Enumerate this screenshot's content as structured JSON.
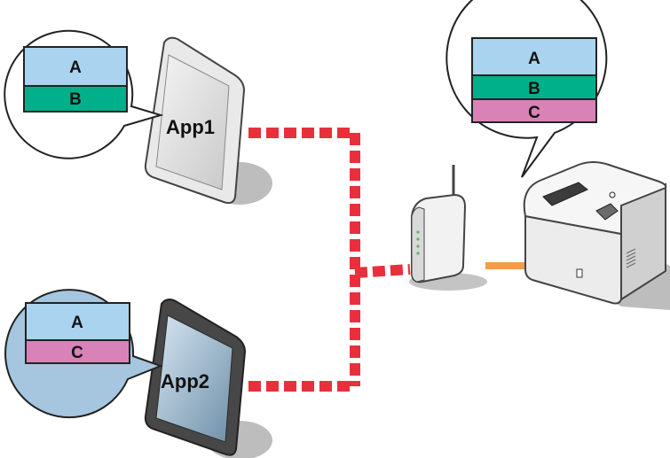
{
  "apps": [
    {
      "label": "App1",
      "blocks": [
        "A",
        "B"
      ],
      "tablet_style": "light"
    },
    {
      "label": "App2",
      "blocks": [
        "A",
        "C"
      ],
      "tablet_style": "dark"
    }
  ],
  "printer": {
    "blocks": [
      "A",
      "B",
      "C"
    ]
  },
  "colors": {
    "block_A": "#a9d3ef",
    "block_B": "#00b08b",
    "block_C": "#d982b8",
    "network_link": "#e8303c",
    "usb_link": "#f29b4b",
    "app2_bubble": "#a5c6de"
  }
}
